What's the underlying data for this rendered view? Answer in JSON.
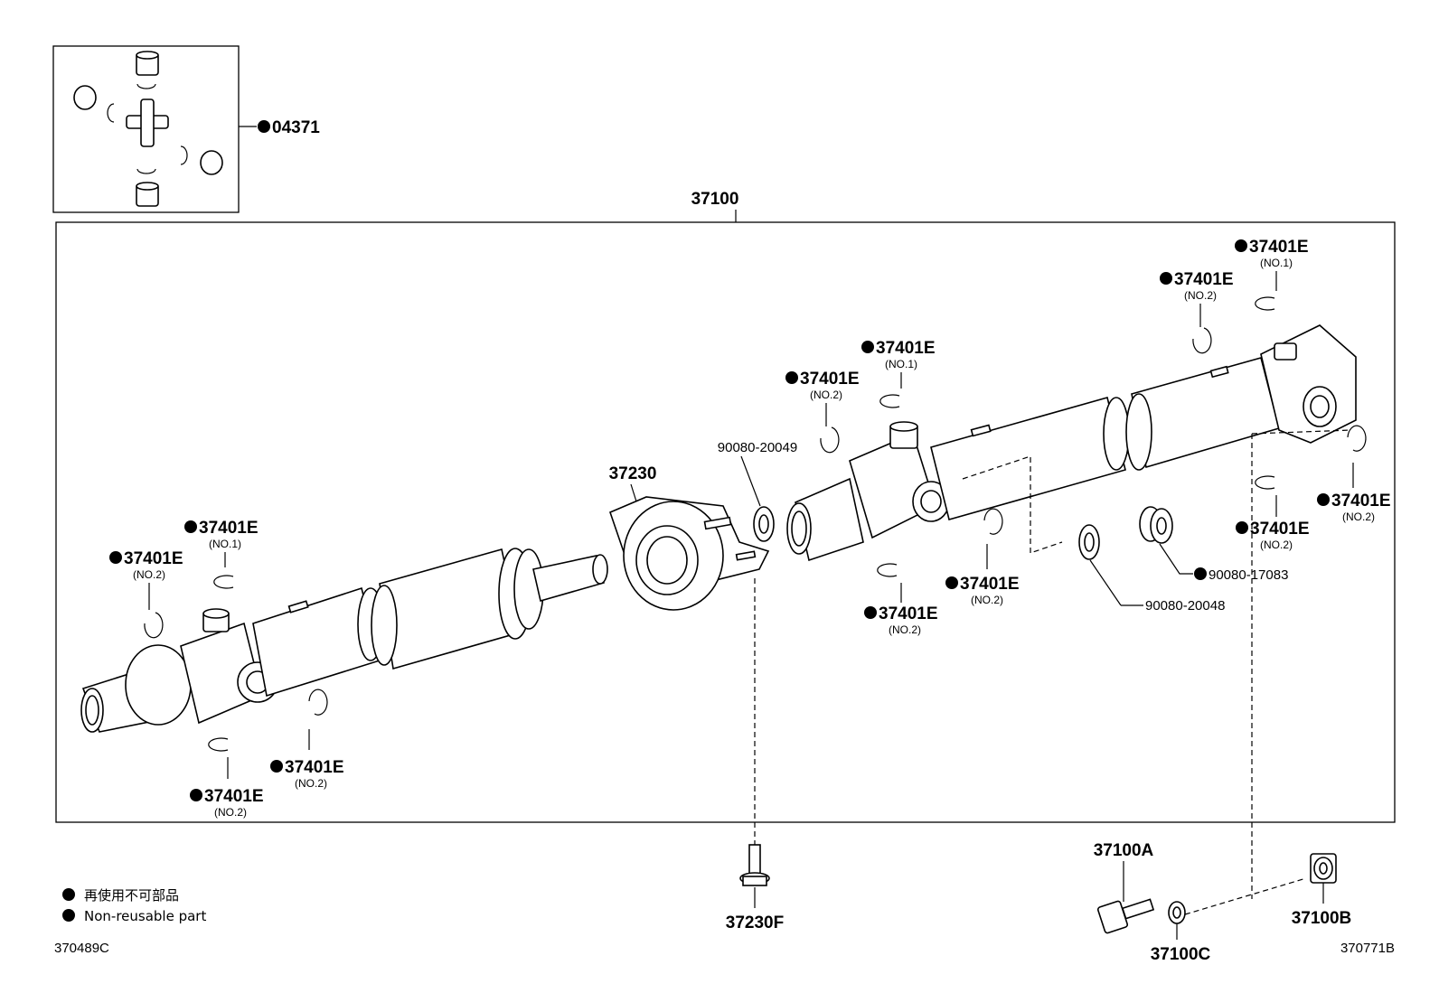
{
  "main_assembly": "37100",
  "inset": {
    "part_number": "04371"
  },
  "parts": {
    "center_bearing": "37230",
    "washer_top": "90080-20049",
    "washer_bottom": "90080-20048",
    "nut_right": "90080-17083",
    "bolt_center": "37230F",
    "bolt": "37100A",
    "nut": "37100B",
    "washer_small": "37100C"
  },
  "snap_ring": {
    "part_number": "37401E",
    "no1": "(NO.1)",
    "no2": "(NO.2)"
  },
  "legend": {
    "japanese": "再使用不可部品",
    "english": "Non-reusable part"
  },
  "footer": {
    "left_code": "370489C",
    "right_code": "370771B"
  },
  "symbols": {
    "non_reusable": "●"
  }
}
